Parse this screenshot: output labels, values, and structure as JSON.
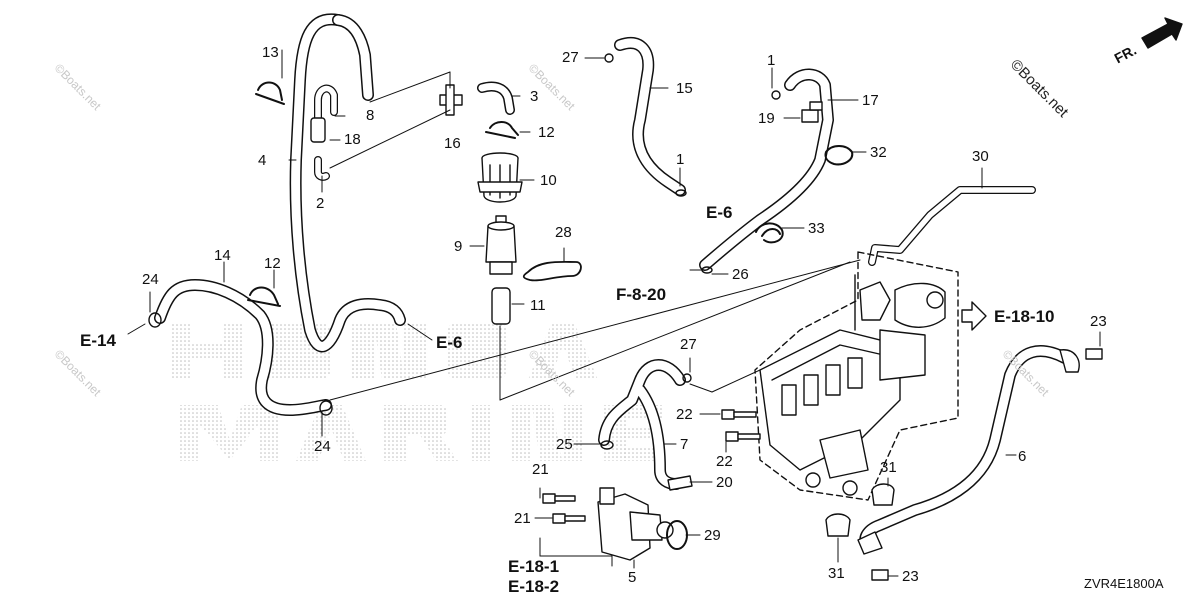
{
  "labels": {
    "p1a": "1",
    "p1b": "1",
    "p2": "2",
    "p3": "3",
    "p4": "4",
    "p5": "5",
    "p6": "6",
    "p7": "7",
    "p8": "8",
    "p9": "9",
    "p10": "10",
    "p11": "11",
    "p12a": "12",
    "p12b": "12",
    "p13": "13",
    "p14": "14",
    "p15": "15",
    "p16": "16",
    "p17": "17",
    "p18": "18",
    "p19": "19",
    "p20": "20",
    "p21a": "21",
    "p21b": "21",
    "p22a": "22",
    "p22b": "22",
    "p23a": "23",
    "p23b": "23",
    "p24a": "24",
    "p24b": "24",
    "p25": "25",
    "p26": "26",
    "p27a": "27",
    "p27b": "27",
    "p28": "28",
    "p29": "29",
    "p30": "30",
    "p31a": "31",
    "p31b": "31",
    "p32": "32",
    "p33": "33"
  },
  "refs": {
    "e6a": "E-6",
    "e6b": "E-6",
    "e14": "E-14",
    "f820": "F-8-20",
    "e1810": "E-18-10",
    "e181": "E-18-1",
    "e182": "E-18-2"
  },
  "direction_label": "FR.",
  "diagram_code": "ZVR4E1800A",
  "watermark": "©Boats.net",
  "background_text": [
    "HONDA",
    "MARINE"
  ]
}
